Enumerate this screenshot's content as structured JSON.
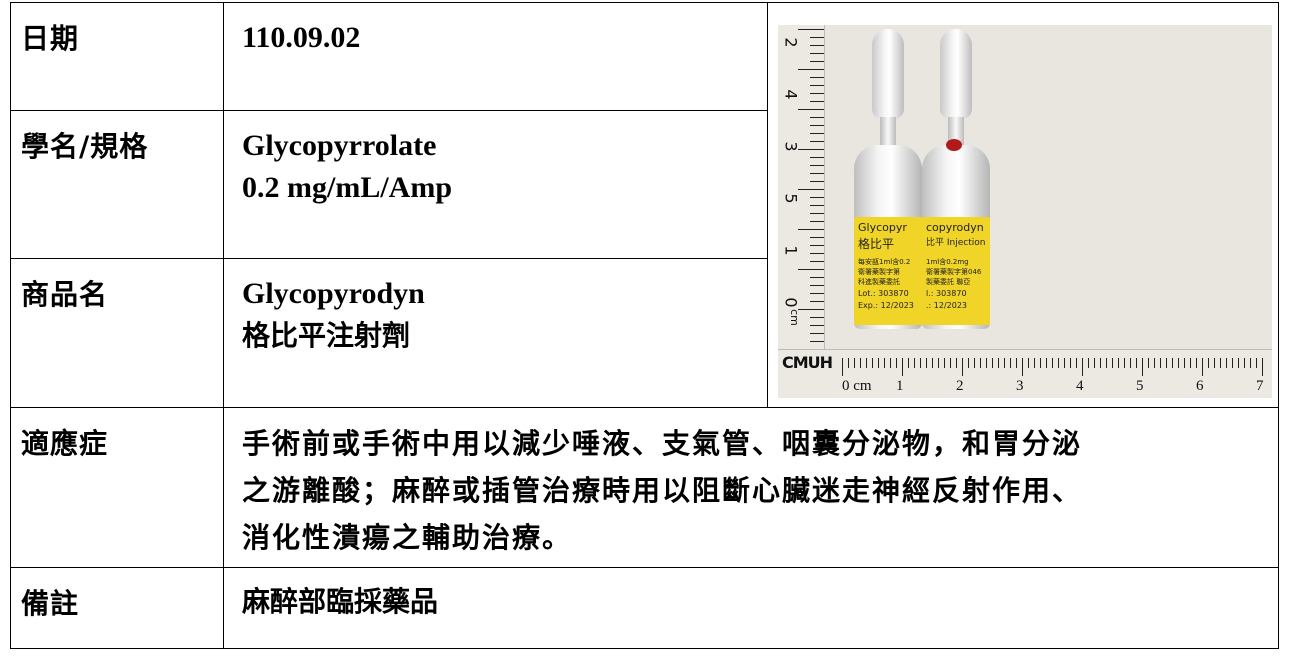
{
  "rows": {
    "date": {
      "label": "日期",
      "value": "110.09.02"
    },
    "generic": {
      "label": "學名/規格",
      "lines": [
        "Glycopyrrolate",
        "0.2 mg/mL/Amp"
      ]
    },
    "brand": {
      "label": "商品名",
      "lines": [
        "Glycopyrodyn",
        "格比平注射劑"
      ]
    },
    "indication": {
      "label": "適應症",
      "lines": [
        "手術前或手術中用以減少唾液、支氣管、咽囊分泌物，和胃分泌",
        "之游離酸；麻醉或插管治療時用以阻斷心臟迷走神經反射作用、",
        "消化性潰瘍之輔助治療。"
      ]
    },
    "remark": {
      "label": "備註",
      "value": "麻醉部臨採藥品"
    }
  },
  "photo": {
    "vertical_ruler_numbers": [
      "2",
      "4",
      "3",
      "5",
      "1",
      "0"
    ],
    "vertical_ruler_unit": "cm",
    "horizontal_ruler_numbers": [
      "0 cm",
      "1",
      "2",
      "3",
      "4",
      "5",
      "6",
      "7"
    ],
    "ruler_brand": "CMUH",
    "ampoule_label_lines": [
      "Glycopyr",
      "格比平",
      "每安瓿1ml含0.2",
      "衛署藥製字第",
      "科進製藥委託",
      "Lot.: 303870",
      "Exp.: 12/2023"
    ],
    "ampoule2_label_lines": [
      "copyrodyn",
      "比平 Injection",
      "1ml含0.2mg",
      "衛署藥製字第046",
      "製藥委託 聯亞",
      "l.: 303870",
      ".: 12/2023"
    ]
  }
}
